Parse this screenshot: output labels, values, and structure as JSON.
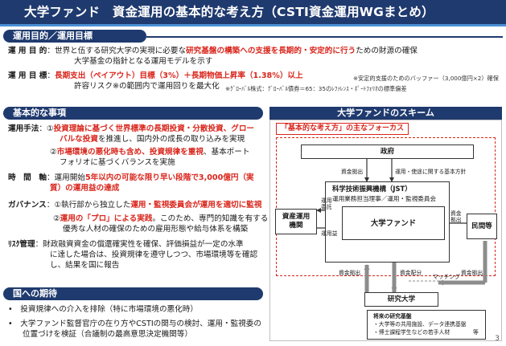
{
  "title": "大学ファンド　資金運用の基本的な考え方（CSTI資金運用WGまとめ）",
  "sections": {
    "goal": {
      "heading": "運用目的／運用目標",
      "purpose_label": "運 用 目 的",
      "purpose_l1_a": "：世界と伍する研究大学の実現に必要な",
      "purpose_l1_red": "研究基盤の構築への支援を長期的・安定的に行う",
      "purpose_l1_b": "ための財源の確保",
      "purpose_l2": "大学基金の指針となる運用モデルを示す",
      "target_label": "運 用 目 標",
      "target_l1_colon": "：",
      "target_l1_red": "長期支出（ペイアウト）目標（3%）＋長期物価上昇率（1.38%）以上",
      "target_note1": "※安定的支援のためのバッファー（3,000億円×2）確保",
      "target_l2": "許容リスク※の範囲内で運用回りを最大化",
      "target_note2": "※ｸﾞﾛｰﾊﾞﾙ株式：ｸﾞﾛｰﾊﾞﾙ債券＝65：35のﾚﾌｧﾚﾝｽ・ﾎﾟｰﾄﾌｫﾘｵの標準偏差"
    },
    "basics": {
      "heading": "基本的な事項",
      "method_label": "運用手法",
      "method_1a_a": "：①",
      "method_1a_red": "投資理論に基づく世界標準の長期投資・分散投資、グロー",
      "method_1b_red": "バルな投資",
      "method_1b_rest": "を推進し、国内外の成長の取り込みを実現",
      "method_2a_a": "②",
      "method_2a_red": "市場環境の悪化時も含め、投資規律を重視",
      "method_2a_rest": "、基本ポート",
      "method_2b": "フォリオに基づくバランスを実施",
      "time_label": "時　間　軸",
      "time_1_a": "：運用開始",
      "time_1_red": "5年以内の可能な限り早い段階で3,000億円（実",
      "time_2_red": "質）の運用益の達成",
      "gov_label": "ガバナンス",
      "gov_1a_a": "：①執行部から独立した",
      "gov_1a_red": "運用・監視委員会が運用を適切に監視",
      "gov_2a_a": "②",
      "gov_2a_red": "運用の「プロ」による実践",
      "gov_2a_rest": "。このため、専門的知識を有する",
      "gov_2b": "優秀な人材の確保のための雇用形態や給与体系を構築",
      "risk_label": "ﾘｽｸ管理",
      "risk_1": "：財政融資資金の償還確実性を確保、評価損益が一定の水準",
      "risk_2": "に達した場合は、投資規律を遵守しつつ、市場環境等を確認",
      "risk_3": "し、結果を国に報告"
    },
    "expectations": {
      "heading": "国への期待",
      "bullet_mark": "•",
      "item_1": "投資規律への介入を排除（特に市場環境の悪化時）",
      "item_2a": "大学ファンド監督官庁の在り方やCSTIの関与の検討、運用・監視委の",
      "item_2b": "位置づけを検証（合議制の最高意思決定機関等）"
    },
    "scheme": {
      "heading": "大学ファンドのスキーム",
      "focus_label": "「基本的な考え方」の主なフォーカス",
      "gov_node": "政府",
      "jst_title": "科学技術振興機構（JST）",
      "jst_sub": "運用業務担当理事／運用・監視委員会",
      "fund_node": "大学ファンド",
      "am_node_1": "資産運用",
      "am_node_2": "機関",
      "private_node": "民間等",
      "univ_node": "研究大学",
      "lbl_capital_out": "資金拠出",
      "lbl_policy": "運用・使途に関する基本方針",
      "lbl_consign_1": "運用",
      "lbl_consign_2": "委託",
      "lbl_ops": "運用益",
      "lbl_private_out_1": "資金",
      "lbl_private_out_2": "拠出",
      "lbl_univ_out": "資金拠出",
      "lbl_distribution": "資金配分",
      "lbl_matching": "マッチング",
      "lbl_private_out_right": "資金拠出",
      "future_title": "将来の研究基盤",
      "future_1": "・大学等の共用施設、データ連携基盤",
      "future_2": "・博士課程学生などの若手人材",
      "future_etc": "等"
    }
  },
  "page_number": "3",
  "colors": {
    "navy": "#1f3a6e",
    "accent_red": "#d9261c",
    "light_blue": "#4a8fd4"
  }
}
